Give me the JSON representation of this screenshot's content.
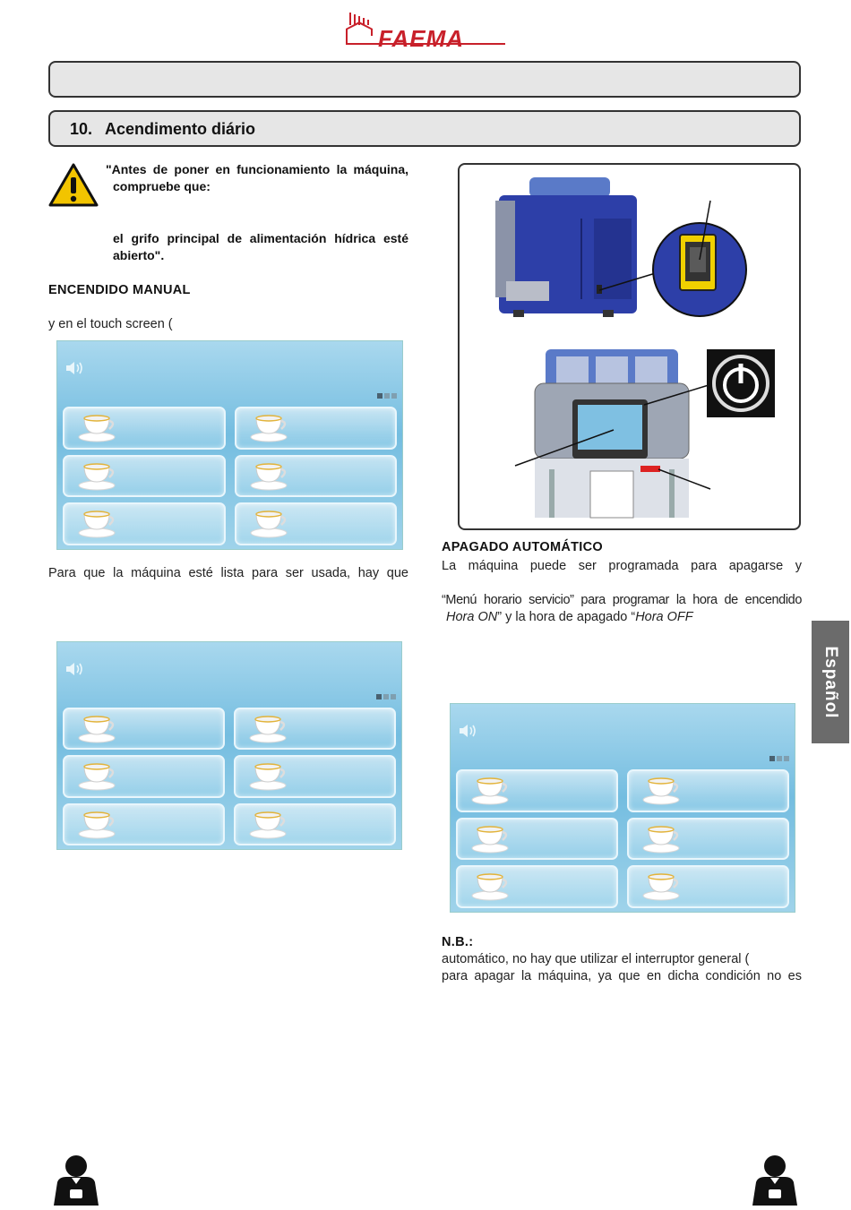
{
  "brand": {
    "logo_text": "FAEMA",
    "color": "#c8202a"
  },
  "section": {
    "number": "10.",
    "title": "Acendimento diário"
  },
  "warning": {
    "line1": "\"Antes de poner en funcionamiento la máquina,",
    "line2": "compruebe que:",
    "line3": "el grifo principal de alimentación hídrica esté",
    "line4": "abierto\"."
  },
  "manual": {
    "heading": "ENCENDIDO MANUAL",
    "text1": "y en el touch screen (",
    "text2": "Para que la máquina esté lista para ser usada, hay que"
  },
  "auto": {
    "heading": "APAGADO AUTOMÁTICO",
    "line1": "La máquina puede ser programada para apagarse y",
    "line2": "“Menú horario servicio” para programar la hora de encendido",
    "line3_a": "Hora ON",
    "line3_b": "” y la hora de apagado “",
    "line3_c": "Hora OFF"
  },
  "note": {
    "heading": "N.B.:",
    "line1": "automático, no hay que utilizar el interruptor general (",
    "line2": "para apagar la máquina, ya que en dicha condición no es"
  },
  "language_tab": "Español",
  "screens": [
    {
      "name": "screen-1"
    },
    {
      "name": "screen-2"
    },
    {
      "name": "screen-3"
    }
  ],
  "colors": {
    "header_fill": "#e6e6e6",
    "machine_blue": "#2d3fa8",
    "switch_yellow": "#f0d000"
  }
}
